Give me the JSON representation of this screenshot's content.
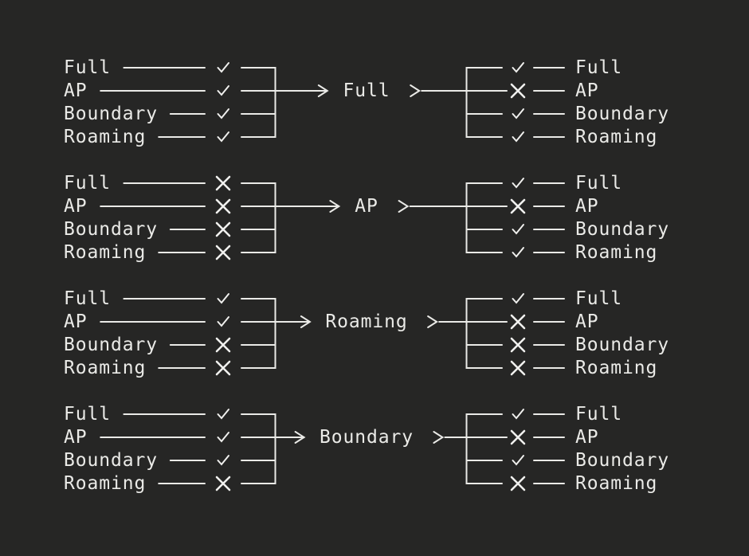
{
  "page": {
    "background": "#262625",
    "foreground": "#eaeae7",
    "mark_color": "#f0f0ee"
  },
  "modes": [
    "Full",
    "AP",
    "Boundary",
    "Roaming"
  ],
  "icons": {
    "check": "check-icon",
    "cross": "cross-icon"
  },
  "groups": [
    {
      "target": "Full",
      "left": [
        {
          "label": "Full",
          "mark": "check"
        },
        {
          "label": "AP",
          "mark": "check"
        },
        {
          "label": "Boundary",
          "mark": "check"
        },
        {
          "label": "Roaming",
          "mark": "check"
        }
      ],
      "right": [
        {
          "label": "Full",
          "mark": "check"
        },
        {
          "label": "AP",
          "mark": "cross"
        },
        {
          "label": "Boundary",
          "mark": "check"
        },
        {
          "label": "Roaming",
          "mark": "check"
        }
      ]
    },
    {
      "target": "AP",
      "left": [
        {
          "label": "Full",
          "mark": "cross"
        },
        {
          "label": "AP",
          "mark": "cross"
        },
        {
          "label": "Boundary",
          "mark": "cross"
        },
        {
          "label": "Roaming",
          "mark": "cross"
        }
      ],
      "right": [
        {
          "label": "Full",
          "mark": "check"
        },
        {
          "label": "AP",
          "mark": "cross"
        },
        {
          "label": "Boundary",
          "mark": "check"
        },
        {
          "label": "Roaming",
          "mark": "check"
        }
      ]
    },
    {
      "target": "Roaming",
      "left": [
        {
          "label": "Full",
          "mark": "check"
        },
        {
          "label": "AP",
          "mark": "check"
        },
        {
          "label": "Boundary",
          "mark": "cross"
        },
        {
          "label": "Roaming",
          "mark": "cross"
        }
      ],
      "right": [
        {
          "label": "Full",
          "mark": "check"
        },
        {
          "label": "AP",
          "mark": "cross"
        },
        {
          "label": "Boundary",
          "mark": "cross"
        },
        {
          "label": "Roaming",
          "mark": "cross"
        }
      ]
    },
    {
      "target": "Boundary",
      "left": [
        {
          "label": "Full",
          "mark": "check"
        },
        {
          "label": "AP",
          "mark": "check"
        },
        {
          "label": "Boundary",
          "mark": "check"
        },
        {
          "label": "Roaming",
          "mark": "cross"
        }
      ],
      "right": [
        {
          "label": "Full",
          "mark": "check"
        },
        {
          "label": "AP",
          "mark": "cross"
        },
        {
          "label": "Boundary",
          "mark": "check"
        },
        {
          "label": "Roaming",
          "mark": "cross"
        }
      ]
    }
  ]
}
